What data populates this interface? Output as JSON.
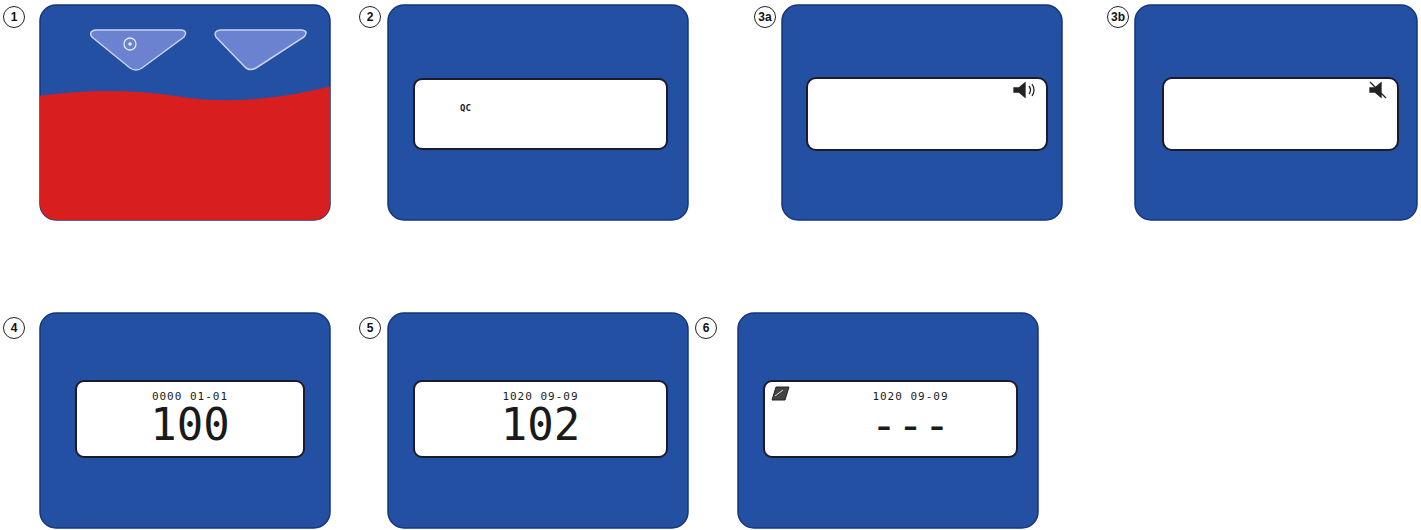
{
  "diagram": {
    "nodes": [
      {
        "text": [
          "1"
        ]
      },
      {
        "text": [
          "2"
        ]
      },
      {
        "text": [
          "QC"
        ],
        "in": 1
      },
      {
        "text": [
          "3a"
        ]
      },
      {
        "text": [
          "3b"
        ]
      },
      {
        "text": [
          "4"
        ]
      },
      {
        "text": [
          "0000 01-01",
          "100"
        ],
        "in": 5
      },
      {
        "text": [
          "5"
        ]
      },
      {
        "text": [
          "1020 09-09",
          "102"
        ],
        "in": 7
      },
      {
        "text": [
          "6"
        ]
      },
      {
        "text": [
          "1020 09-09",
          "---"
        ],
        "in": 9
      }
    ]
  }
}
